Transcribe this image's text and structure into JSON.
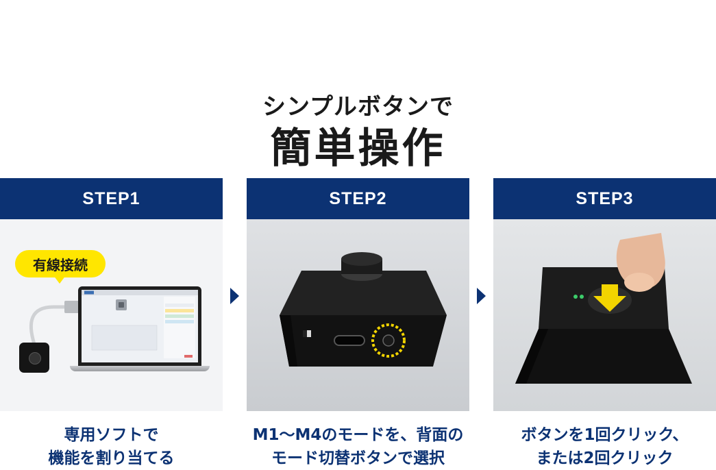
{
  "header": {
    "subtitle": "シンプルボタンで",
    "title": "簡単操作"
  },
  "steps": [
    {
      "label": "STEP1",
      "badge": "有線接続",
      "caption_line1": "専用ソフトで",
      "caption_line2": "機能を割り当てる"
    },
    {
      "label": "STEP2",
      "caption_line1": "M1〜M4のモードを、背面の",
      "caption_line2": "モード切替ボタンで選択"
    },
    {
      "label": "STEP3",
      "caption_line1": "ボタンを1回クリック、",
      "caption_line2": "または2回クリック"
    }
  ],
  "colors": {
    "navy": "#0c3273",
    "badge_yellow": "#ffe600",
    "highlight_yellow": "#f2d400"
  }
}
